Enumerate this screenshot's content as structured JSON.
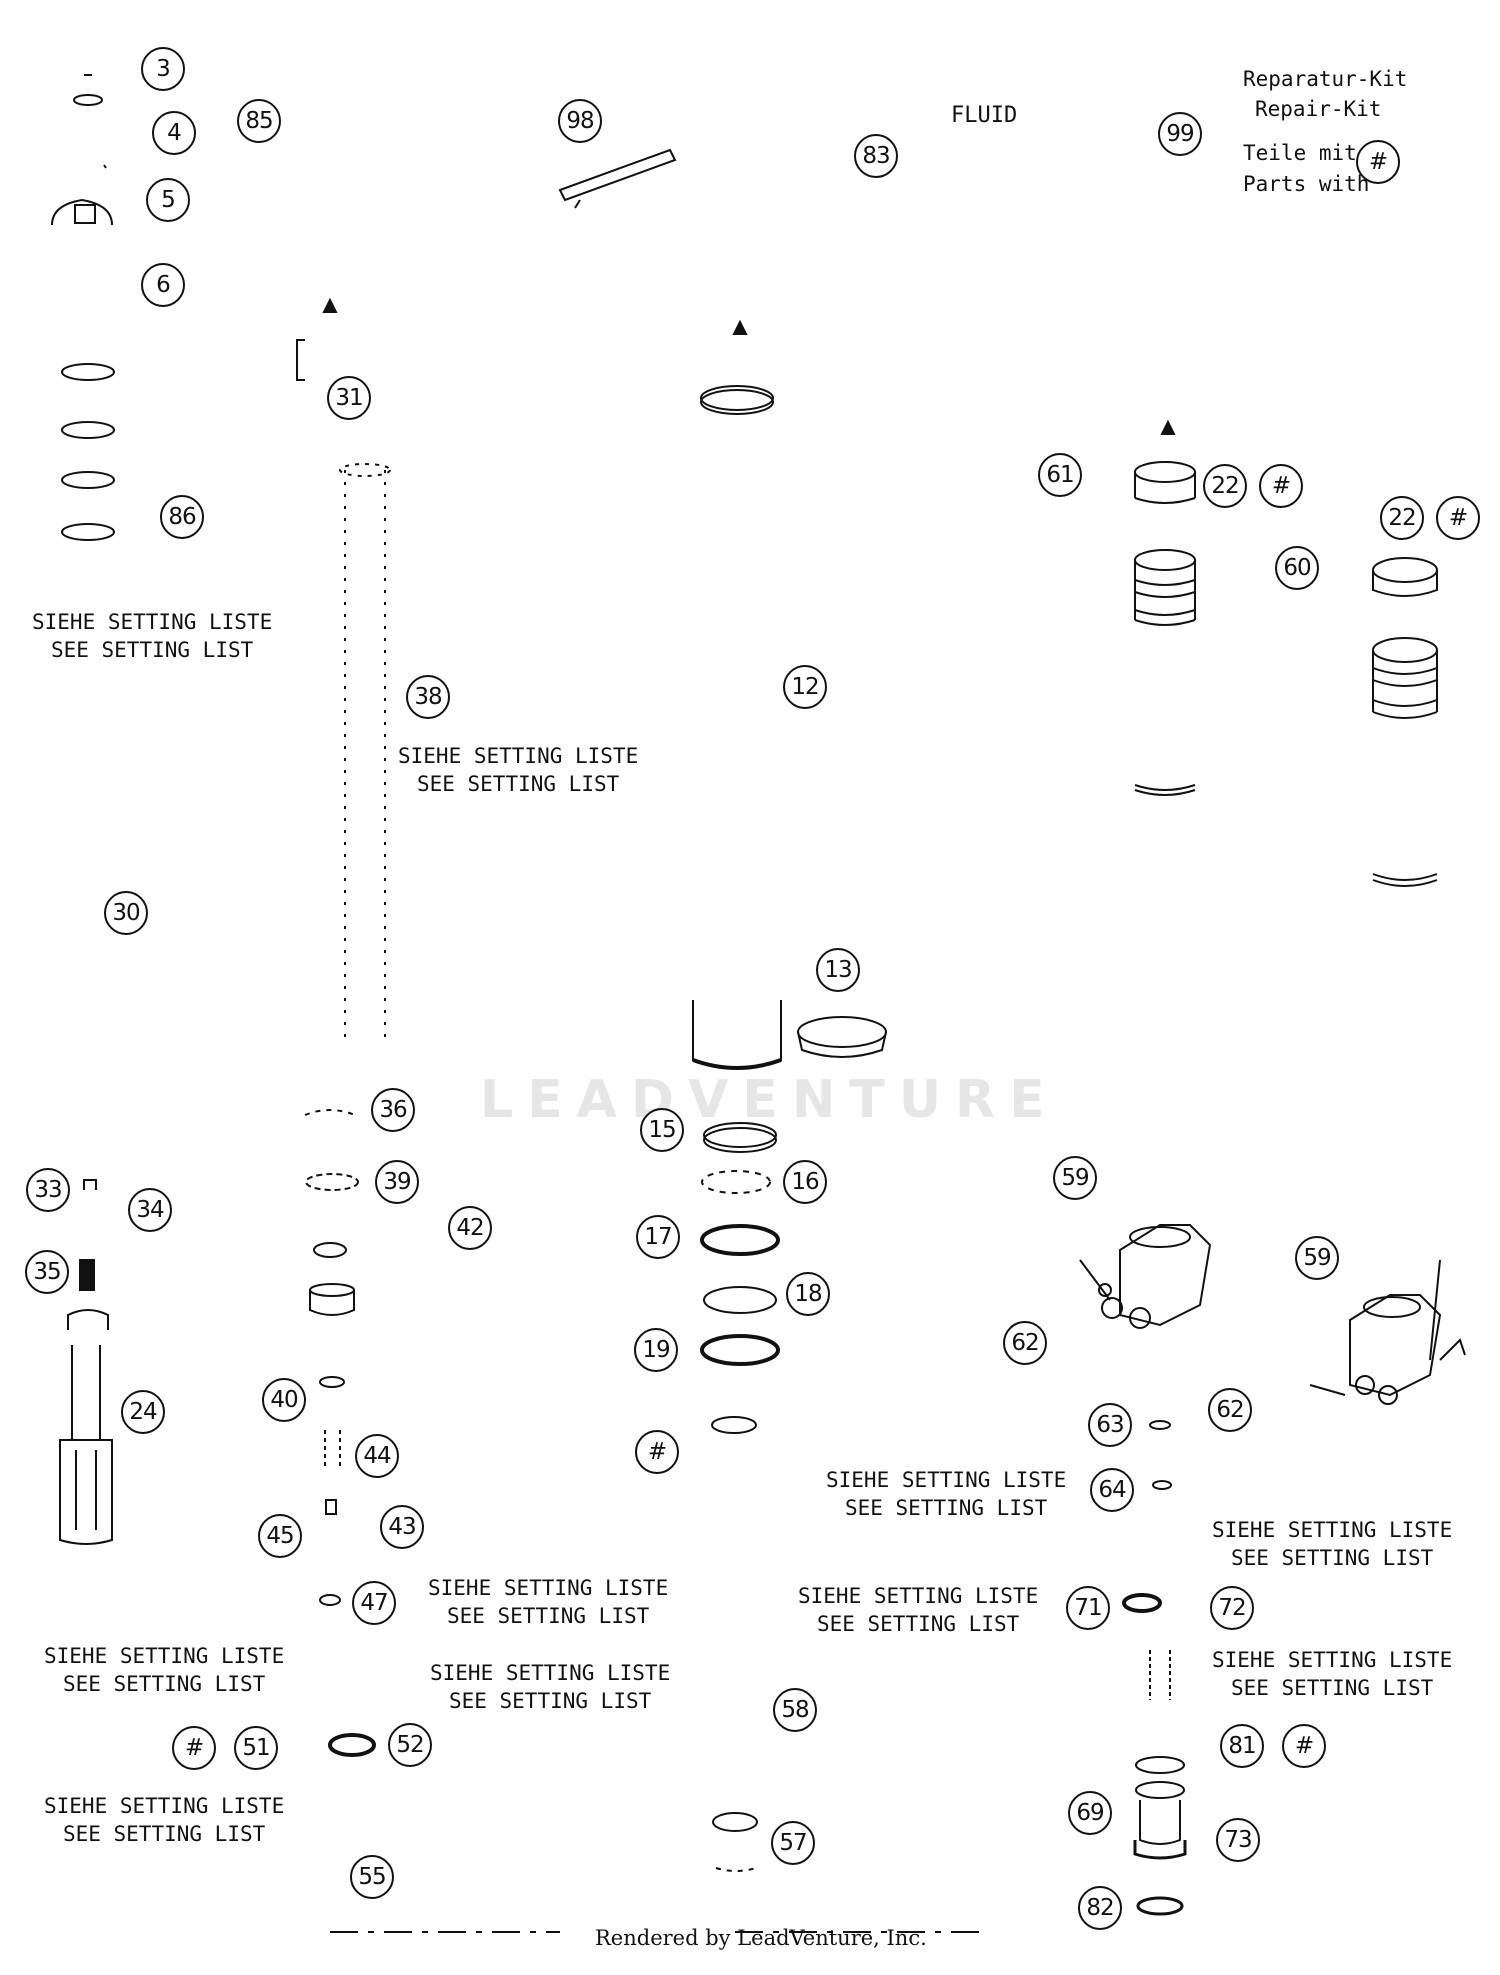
{
  "watermark": "LEADVENTURE",
  "fluid_label": "FLUID",
  "repair_kit": {
    "line1": "Reparatur-Kit",
    "line2": "Repair-Kit",
    "line3": "Teile mit",
    "line4": "Parts with",
    "marker": "#"
  },
  "setting_note": {
    "de": "SIEHE SETTING LISTE",
    "en": "SEE SETTING LIST"
  },
  "callouts": [
    {
      "id": "c3",
      "text": "3"
    },
    {
      "id": "c4",
      "text": "4"
    },
    {
      "id": "c85",
      "text": "85"
    },
    {
      "id": "c5",
      "text": "5"
    },
    {
      "id": "c6",
      "text": "6"
    },
    {
      "id": "c98",
      "text": "98"
    },
    {
      "id": "c83",
      "text": "83"
    },
    {
      "id": "c99",
      "text": "99"
    },
    {
      "id": "c31",
      "text": "31"
    },
    {
      "id": "c86",
      "text": "86"
    },
    {
      "id": "c38",
      "text": "38"
    },
    {
      "id": "c12",
      "text": "12"
    },
    {
      "id": "c61",
      "text": "61"
    },
    {
      "id": "c22a",
      "text": "22"
    },
    {
      "id": "c22a_hash",
      "text": "#"
    },
    {
      "id": "c22b",
      "text": "22"
    },
    {
      "id": "c22b_hash",
      "text": "#"
    },
    {
      "id": "c60",
      "text": "60"
    },
    {
      "id": "c30",
      "text": "30"
    },
    {
      "id": "c13",
      "text": "13"
    },
    {
      "id": "c36",
      "text": "36"
    },
    {
      "id": "c15",
      "text": "15"
    },
    {
      "id": "c33",
      "text": "33"
    },
    {
      "id": "c34",
      "text": "34"
    },
    {
      "id": "c39",
      "text": "39"
    },
    {
      "id": "c16",
      "text": "16"
    },
    {
      "id": "c59a",
      "text": "59"
    },
    {
      "id": "c42",
      "text": "42"
    },
    {
      "id": "c17",
      "text": "17"
    },
    {
      "id": "c35",
      "text": "35"
    },
    {
      "id": "c59b",
      "text": "59"
    },
    {
      "id": "c18",
      "text": "18"
    },
    {
      "id": "c62a",
      "text": "62"
    },
    {
      "id": "c19",
      "text": "19"
    },
    {
      "id": "c24",
      "text": "24"
    },
    {
      "id": "c40",
      "text": "40"
    },
    {
      "id": "c62b",
      "text": "62"
    },
    {
      "id": "c63",
      "text": "63"
    },
    {
      "id": "c19_hash",
      "text": "#"
    },
    {
      "id": "c44",
      "text": "44"
    },
    {
      "id": "c64",
      "text": "64"
    },
    {
      "id": "c45",
      "text": "45"
    },
    {
      "id": "c43",
      "text": "43"
    },
    {
      "id": "c47",
      "text": "47"
    },
    {
      "id": "c71",
      "text": "71"
    },
    {
      "id": "c72",
      "text": "72"
    },
    {
      "id": "c58",
      "text": "58"
    },
    {
      "id": "c51_hash",
      "text": "#"
    },
    {
      "id": "c51",
      "text": "51"
    },
    {
      "id": "c52",
      "text": "52"
    },
    {
      "id": "c81",
      "text": "81"
    },
    {
      "id": "c81_hash",
      "text": "#"
    },
    {
      "id": "c69",
      "text": "69"
    },
    {
      "id": "c73",
      "text": "73"
    },
    {
      "id": "c57",
      "text": "57"
    },
    {
      "id": "c55",
      "text": "55"
    },
    {
      "id": "c82",
      "text": "82"
    },
    {
      "id": "c99_hash",
      "text": "#"
    }
  ],
  "footer": "Rendered by LeadVenture, Inc."
}
